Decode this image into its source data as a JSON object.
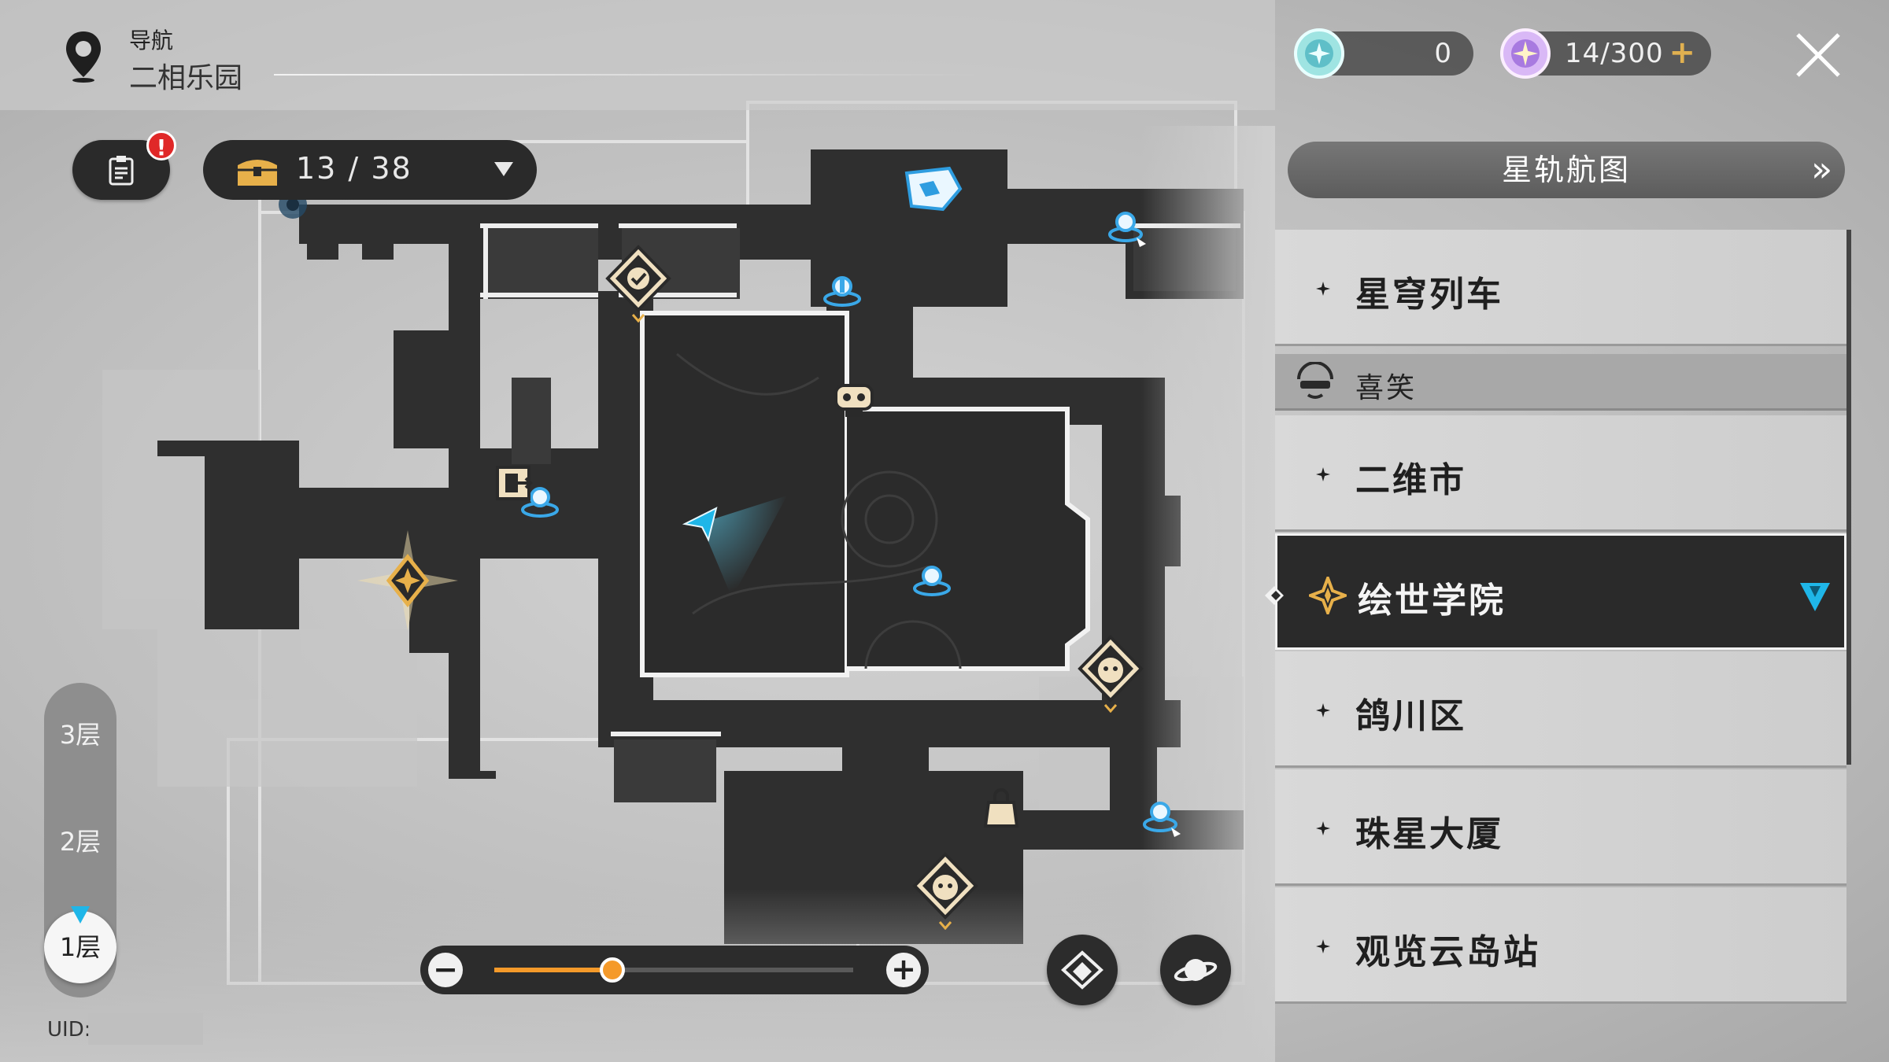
{
  "nav": {
    "label": "导航",
    "area": "二相乐园"
  },
  "mission": {
    "badge": "!"
  },
  "chest": {
    "count": "13 / 38"
  },
  "resources": [
    {
      "value": "0",
      "icon": "trailblaze-power-orb-icon",
      "color": "#7ed7d9"
    },
    {
      "value": "14/300",
      "icon": "reserved-power-orb-icon",
      "plus": "+",
      "color": "#c58cf0"
    }
  ],
  "star_rail_map": {
    "label": "星轨航图",
    "chevron": "»"
  },
  "locations": [
    {
      "name": "星穹列车",
      "selected": false
    },
    {
      "name": "喜笑",
      "type": "sub"
    },
    {
      "name": "二维市",
      "selected": false
    },
    {
      "name": "绘世学院",
      "selected": true
    },
    {
      "name": "鸽川区",
      "selected": false
    },
    {
      "name": "珠星大厦",
      "selected": false
    },
    {
      "name": "观览云岛站",
      "selected": false
    }
  ],
  "floors": [
    {
      "label": "3层",
      "active": false
    },
    {
      "label": "2层",
      "active": false
    },
    {
      "label": "1层",
      "active": true
    }
  ],
  "uid": {
    "label": "UID:"
  },
  "zoom": {
    "minus": "−",
    "plus": "+",
    "level": 0.33
  },
  "colors": {
    "accent": "#f59a2a",
    "marker": "#1fb6e8",
    "gold": "#e7b04a"
  }
}
